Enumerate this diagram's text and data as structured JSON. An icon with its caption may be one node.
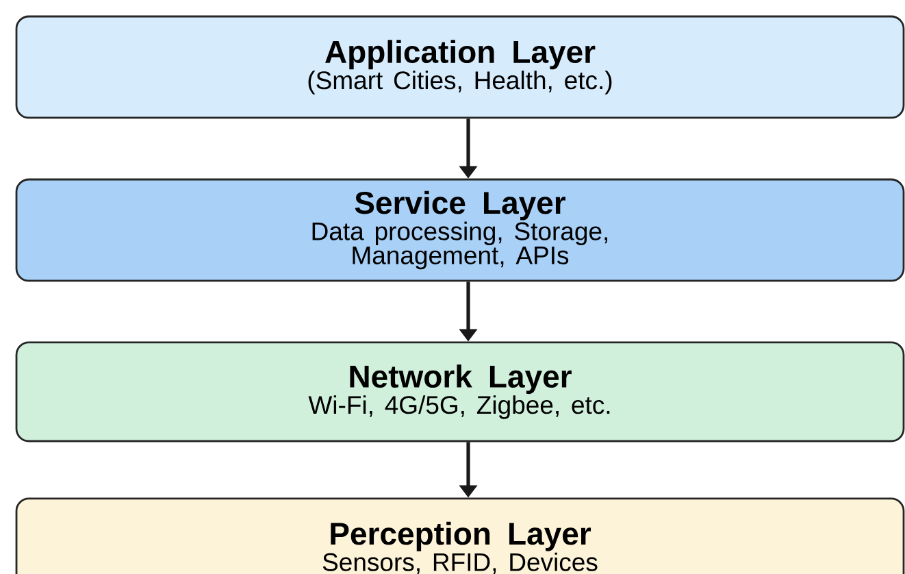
{
  "diagram": {
    "nodes": [
      {
        "text": [
          "Application Layer",
          "(Smart Cities, Health, etc.)"
        ]
      },
      {
        "text": [
          "Service Layer",
          "Data processing, Storage, Management, APIs"
        ]
      },
      {
        "text": [
          "Network Layer",
          "Wi-Fi, 4G/5G, Zigbee, etc."
        ]
      },
      {
        "text": [
          "Perception Layer",
          "Sensors, RFID, Devices"
        ]
      }
    ],
    "edges": [
      {
        "from": 0,
        "to": 1,
        "arrow": "to"
      },
      {
        "from": 1,
        "to": 2,
        "arrow": "to"
      },
      {
        "from": 2,
        "to": 3,
        "arrow": "to"
      }
    ]
  }
}
